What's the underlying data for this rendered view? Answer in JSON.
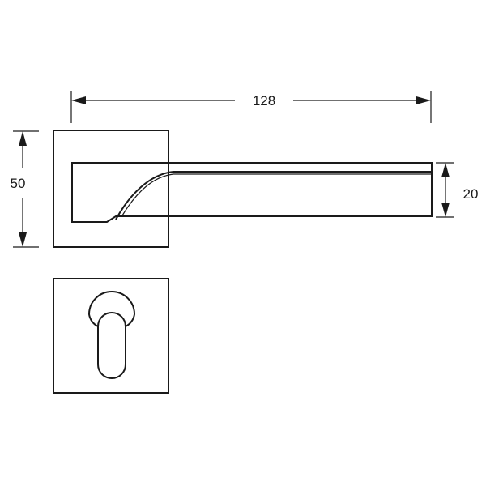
{
  "dimensions": {
    "overall_length": "128",
    "rose_height": "50",
    "lever_height": "20"
  },
  "colors": {
    "line": "#1a1a1a",
    "background": "#ffffff"
  }
}
